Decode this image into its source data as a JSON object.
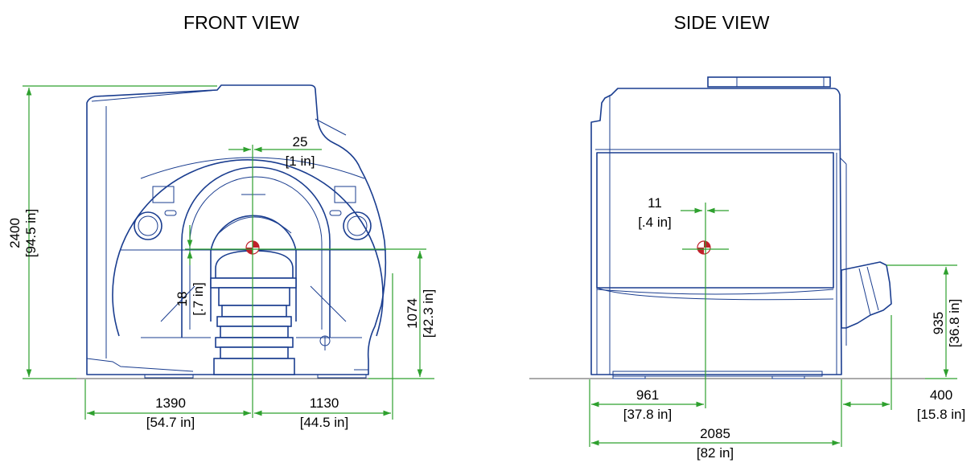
{
  "front_view": {
    "title": "FRONT VIEW",
    "dim_height": {
      "value": "2400",
      "sub": "[94.5 in]"
    },
    "dim_offset_top": {
      "value": "25",
      "sub": "[1 in]"
    },
    "dim_offset_vertical": {
      "value": "18",
      "sub": "[.7 in]"
    },
    "dim_iso_height": {
      "value": "1074",
      "sub": "[42.3 in]"
    },
    "dim_left_width": {
      "value": "1390",
      "sub": "[54.7 in]"
    },
    "dim_right_width": {
      "value": "1130",
      "sub": "[44.5 in]"
    }
  },
  "side_view": {
    "title": "SIDE VIEW",
    "dim_offset": {
      "value": "11",
      "sub": "[.4 in]"
    },
    "dim_table_height": {
      "value": "935",
      "sub": "[36.8 in]"
    },
    "dim_iso_depth": {
      "value": "961",
      "sub": "[37.8 in]"
    },
    "dim_table_ext": {
      "value": "400",
      "sub": "[15.8 in]"
    },
    "dim_total_depth": {
      "value": "2085",
      "sub": "[82 in]"
    }
  },
  "colors": {
    "machine": "#1a3d8f",
    "dimension": "#2ea02e",
    "isocenter": "#c0202a"
  }
}
